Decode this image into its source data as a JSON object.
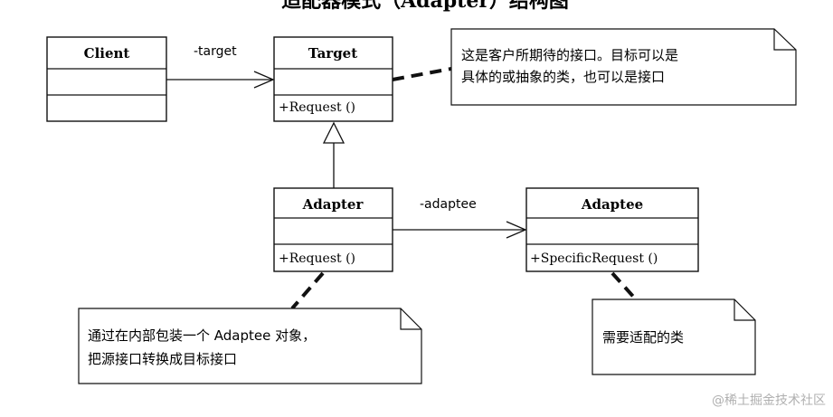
{
  "title": "适配器模式（Adapter）结构图",
  "classes": {
    "client": {
      "name": "Client"
    },
    "target": {
      "name": "Target",
      "operation": "+Request ()"
    },
    "adapter": {
      "name": "Adapter",
      "operation": "+Request ()"
    },
    "adaptee": {
      "name": "Adaptee",
      "operation": "+SpecificRequest ()"
    }
  },
  "associations": {
    "client_target": "-target",
    "adapter_adaptee": "-adaptee"
  },
  "notes": {
    "target": [
      "这是客户所期待的接口。目标可以是",
      "具体的或抽象的类，也可以是接口"
    ],
    "adapter": [
      "通过在内部包装一个 Adaptee 对象，",
      "把源接口转换成目标接口"
    ],
    "adaptee": [
      "需要适配的类"
    ]
  },
  "watermark": "@稀土掘金技术社区"
}
